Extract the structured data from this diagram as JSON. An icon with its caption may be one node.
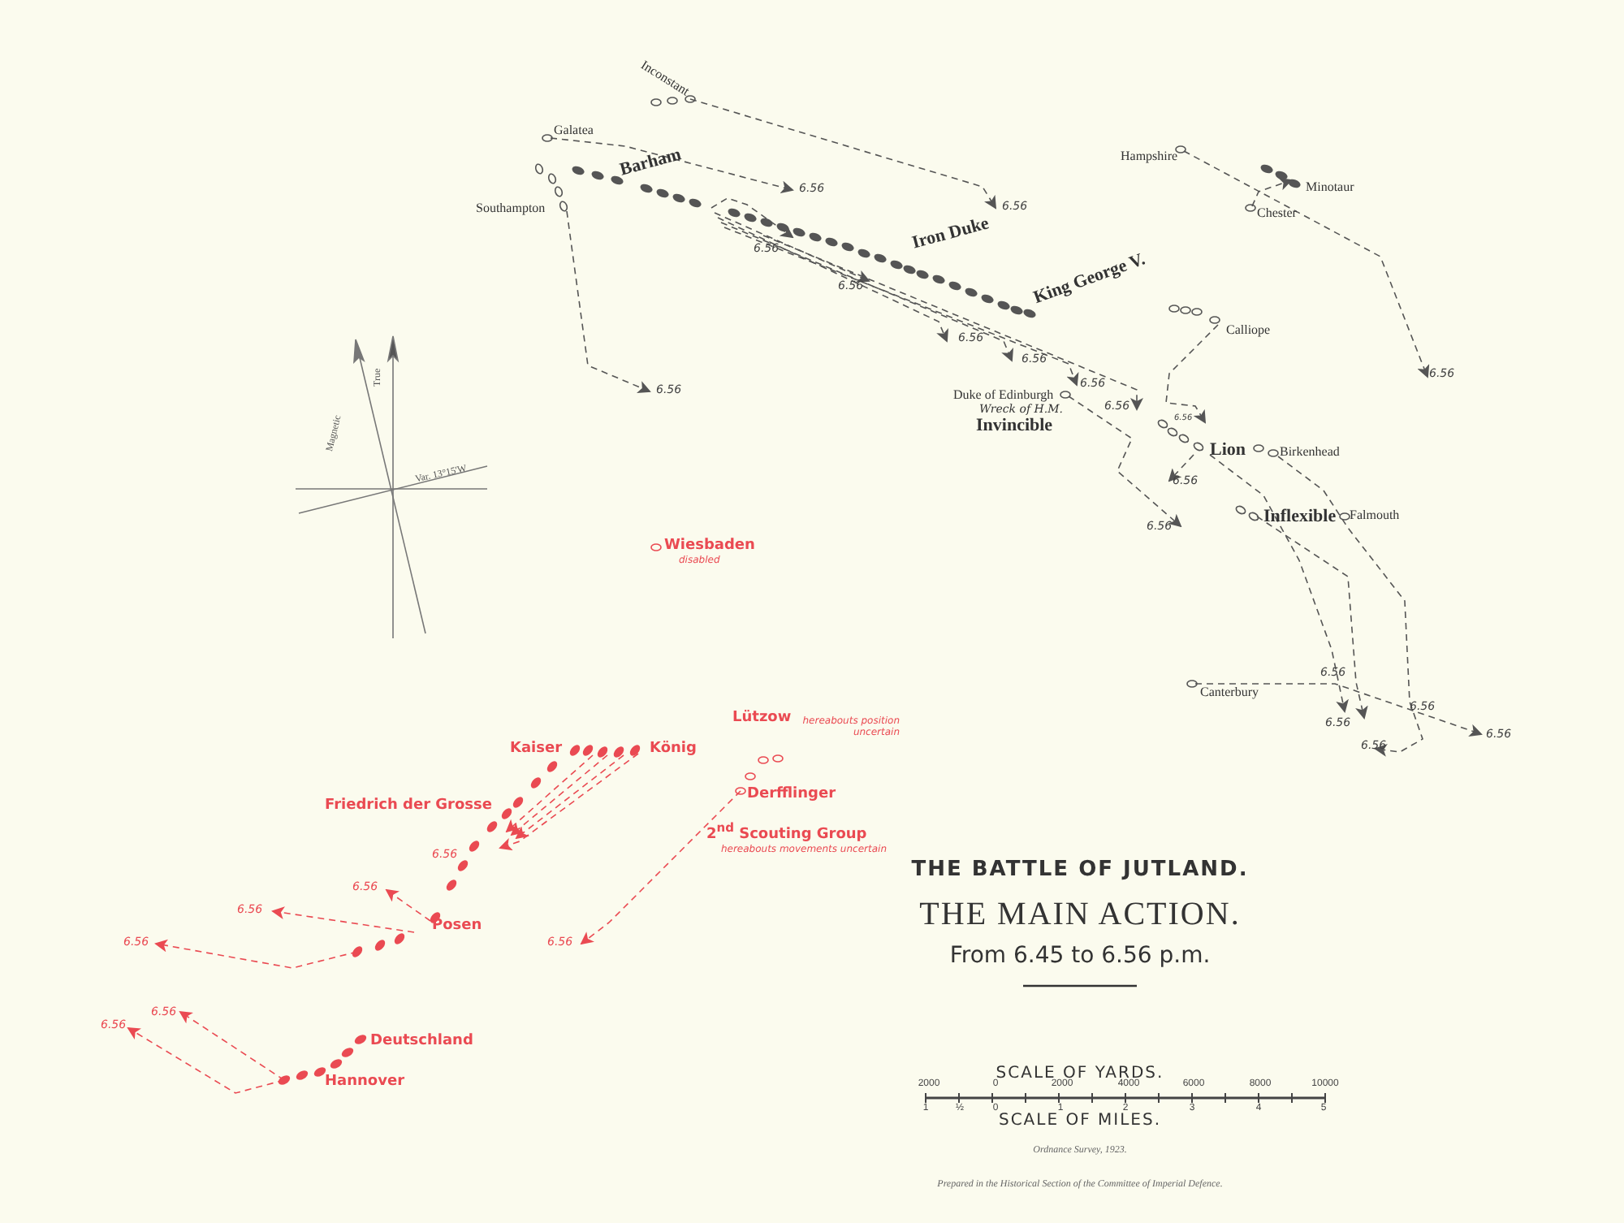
{
  "diagram": {
    "title": "THE BATTLE OF JUTLAND.",
    "labels": [
      "Inconstant",
      "Galatea",
      "Barham",
      "Southampton",
      "Hampshire",
      "6.56",
      "Minotaur",
      "Chester",
      "6.56",
      "Iron Duke",
      "6.56",
      "King George V.",
      "6.56",
      "Calliope",
      "6.56",
      "6.56",
      "6.56",
      "6.56",
      "6.56",
      "Duke of Edinburgh",
      "Wreck of H.M.",
      "6.56",
      "Invincible",
      "6.56",
      "Lion",
      "Birkenhead",
      "6.56",
      "Inflexible",
      "Falmouth",
      "6.56",
      "6.56",
      "Canterbury",
      "6.56",
      "6.56",
      "6.56",
      "6.56",
      "Magnetic",
      "True",
      "Var. 13°15'W",
      "Wiesbaden",
      "disabled",
      "Lützow",
      "hereabouts position uncertain",
      "Kaiser",
      "König",
      "Friedrich der Grosse",
      "Derfflinger",
      "2$^{nd}$ Scouting Group",
      "hereabouts movements uncertain",
      "6.56",
      "6.56",
      "6.56",
      "Posen",
      "6.56",
      "6.56",
      "6.56",
      "6.56",
      "Deutschland",
      "Hannover",
      "THE MAIN ACTION.",
      "From 6.45 to 6.56 p.m.",
      "SCALE OF YARDS.",
      "2000",
      "0",
      "2000",
      "4000",
      "6000",
      "8000",
      "10000",
      "1",
      "½",
      "0",
      "1",
      "2",
      "3",
      "4",
      "5",
      "SCALE OF MILES.",
      "Ordnance Survey, 1923.",
      "Prepared in the Historical Section of the Committee of Imperial Defence."
    ]
  }
}
